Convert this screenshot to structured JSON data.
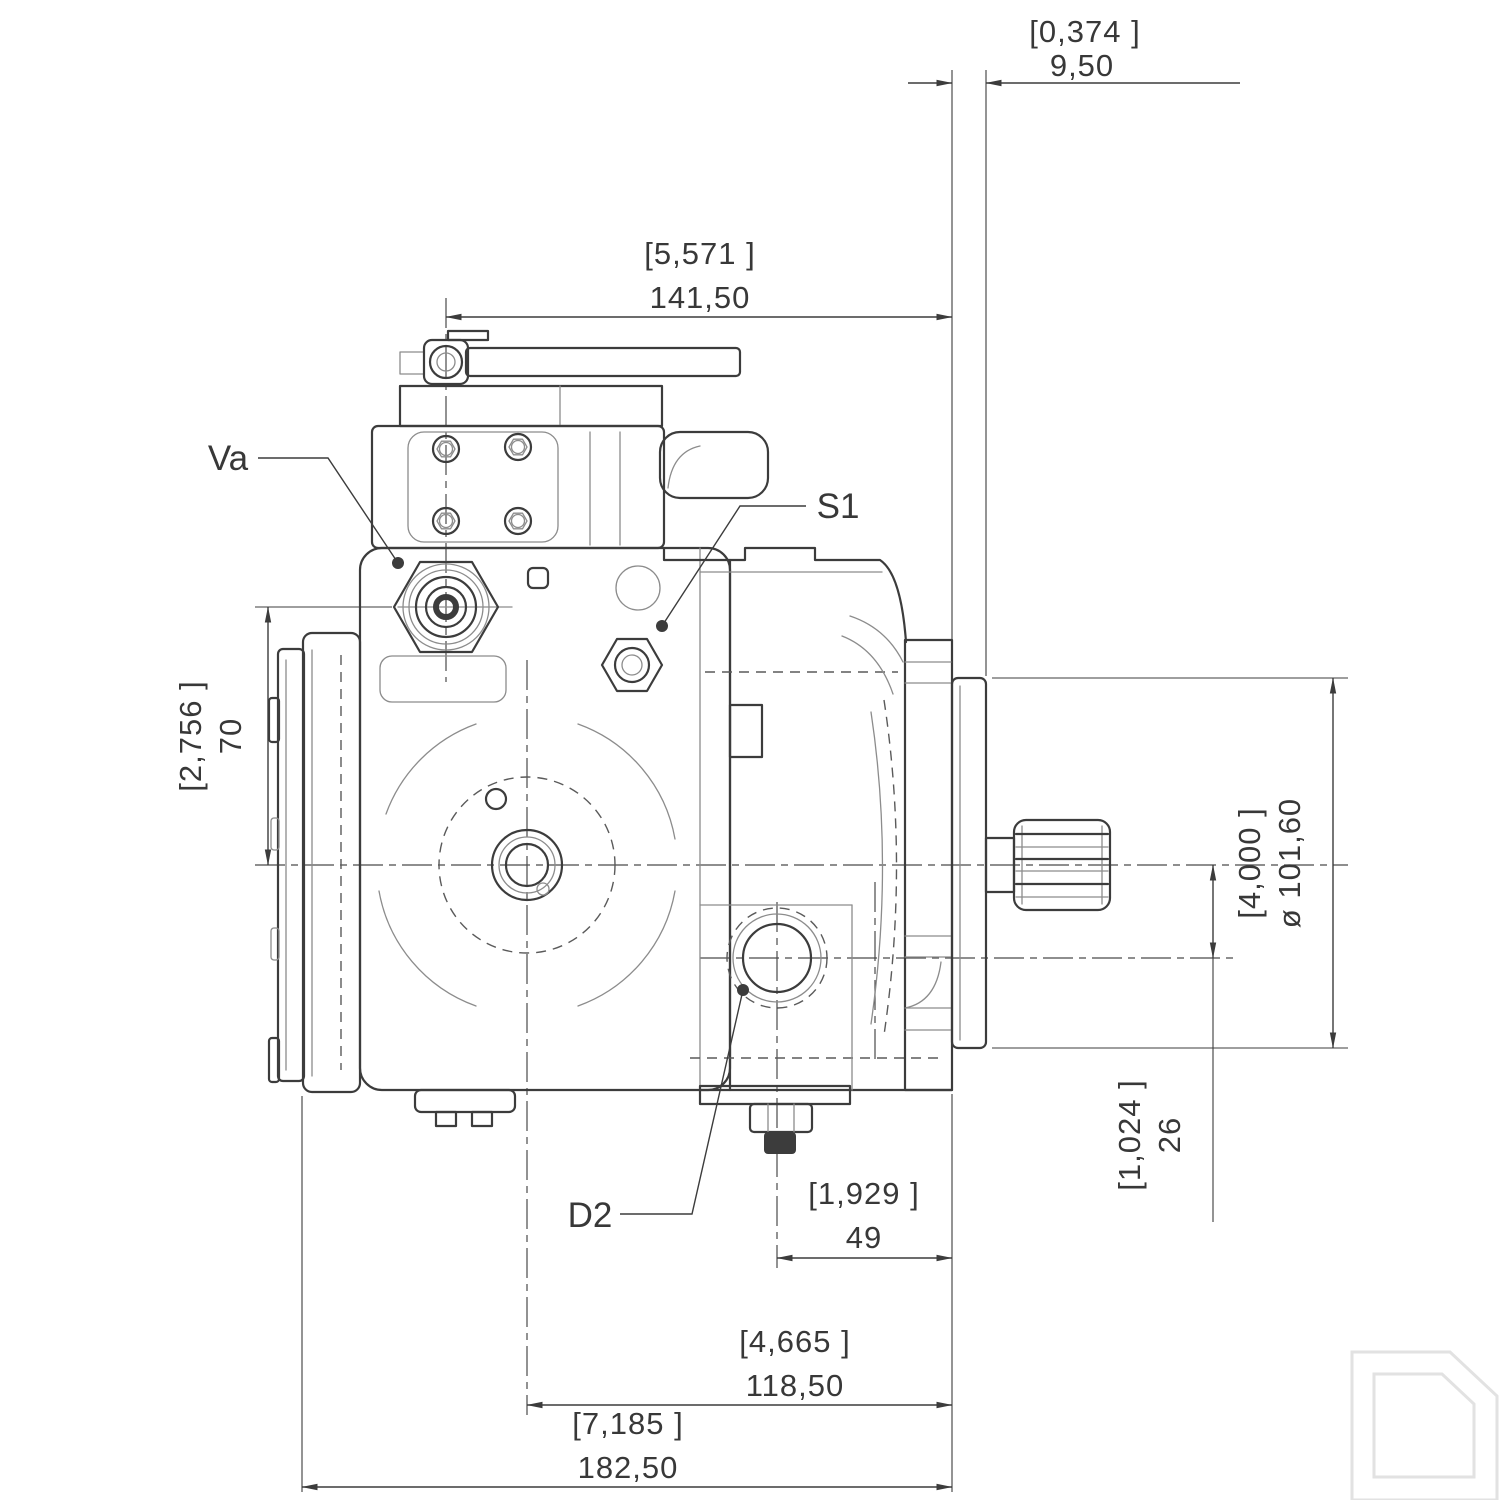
{
  "drawing": {
    "type": "technical-dimension-drawing",
    "ports": {
      "va": "Va",
      "s1": "S1",
      "d2": "D2"
    },
    "dims": {
      "flange_offset": {
        "in": "[0,374 ]",
        "mm": "9,50"
      },
      "lever_to_flange": {
        "in": "[5,571 ]",
        "mm": "141,50"
      },
      "axis_to_port_va": {
        "in": "[2,756 ]",
        "mm": "70"
      },
      "pilot_diameter": {
        "in": "[4,000 ]",
        "mm": "ø 101,60"
      },
      "axis_to_d2": {
        "in": "[1,024 ]",
        "mm": "26"
      },
      "d2_to_mount_face": {
        "in": "[1,929 ]",
        "mm": "49"
      },
      "centerline_to_mount_face": {
        "in": "[4,665 ]",
        "mm": "118,50"
      },
      "overall_length": {
        "in": "[7,185 ]",
        "mm": "182,50"
      }
    },
    "colors": {
      "line": "#3c3c3c",
      "secondary_line": "#8c8c8c",
      "background": "#ffffff",
      "watermark_edge": "#e2e2e2"
    }
  }
}
